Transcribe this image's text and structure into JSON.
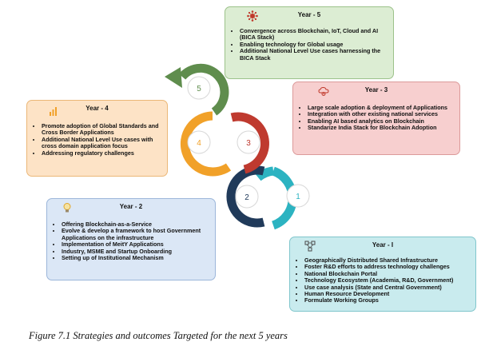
{
  "colors": {
    "year1": "#2cb3c1",
    "year2": "#203a5a",
    "year3": "#bf3a2f",
    "year4": "#f1a129",
    "year5": "#5f8d4d"
  },
  "icons": {
    "year5": "network-hub-icon",
    "year3": "gear-cloud-icon",
    "year4": "bar-chart-icon",
    "year2": "lightbulb-icon",
    "year1": "network-nodes-icon"
  },
  "steps": {
    "one": "1",
    "two": "2",
    "three": "3",
    "four": "4",
    "five": "5"
  },
  "year5": {
    "title": "Year - 5",
    "items": [
      "Convergence across Blockchain, IoT, Cloud and AI (BICA Stack)",
      "Enabling technology for Global usage",
      "Additional National Level Use cases harnessing the BICA Stack"
    ]
  },
  "year3": {
    "title": "Year - 3",
    "items": [
      "Large scale adoption & deployment of Applications",
      "Integration with other existing national services",
      "Enabling AI based analytics on Blockchain",
      "Standarize India Stack for Blockchain Adoption"
    ]
  },
  "year4": {
    "title": "Year - 4",
    "items": [
      "Promote adoption of Global Standards and Cross Border Applications",
      "Additional National Level Use cases with cross domain application focus",
      "Addressing regulatory challenges"
    ]
  },
  "year2": {
    "title": "Year - 2",
    "items": [
      "Offering Blockchain-as-a-Service",
      "Evolve & develop a framework to host Government Applications on the infrastructure",
      "Implementation of MeitY Applications",
      "Industry, MSME and Startup Onboarding",
      "Setting up of Institutional Mechanism"
    ]
  },
  "year1": {
    "title": "Year - I",
    "items": [
      "Geographically Distributed Shared Infrastructure",
      "Foster R&D efforts to address technology challenges",
      "National Blockchain Portal",
      "Technology Ecosystem (Academia, R&D, Government)",
      "Use case analysis (State and Central Government)",
      "Human Resource Development",
      "Formulate Working Groups"
    ]
  },
  "caption": "Figure 7.1 Strategies and outcomes Targeted for the next 5 years"
}
